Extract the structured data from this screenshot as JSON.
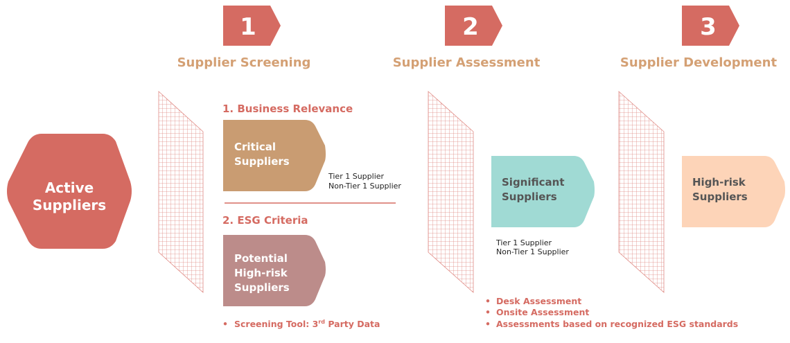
{
  "colors": {
    "red": "#d56b62",
    "tan": "#c99c72",
    "mauve": "#bc8c8a",
    "teal": "#a0dad4",
    "peach": "#fdd4b8",
    "stage_text": "#d4a074"
  },
  "steps": [
    {
      "number": "1",
      "title": "Supplier Screening"
    },
    {
      "number": "2",
      "title": "Supplier Assessment"
    },
    {
      "number": "3",
      "title": "Supplier Development"
    }
  ],
  "start": {
    "line1": "Active",
    "line2": "Suppliers"
  },
  "screening": {
    "business_relevance": "1. Business Relevance",
    "critical": {
      "line1": "Critical",
      "line2": "Suppliers"
    },
    "tiers": [
      "Tier 1 Supplier",
      "Non-Tier 1 Supplier"
    ],
    "esg_criteria": "2. ESG Criteria",
    "potential": {
      "line1": "Potential",
      "line2": "High-risk",
      "line3": "Suppliers"
    },
    "tool_bullet": "Screening Tool: 3",
    "tool_sup": "rd",
    "tool_rest": " Party Data"
  },
  "assessment": {
    "significant": {
      "line1": "Significant",
      "line2": "Suppliers"
    },
    "tiers": [
      "Tier 1 Supplier",
      "Non-Tier 1 Supplier"
    ],
    "bullets": [
      "Desk Assessment",
      "Onsite Assessment",
      "Assessments based on recognized ESG standards"
    ]
  },
  "development": {
    "highrisk": {
      "line1": "High-risk",
      "line2": "Suppliers"
    }
  }
}
